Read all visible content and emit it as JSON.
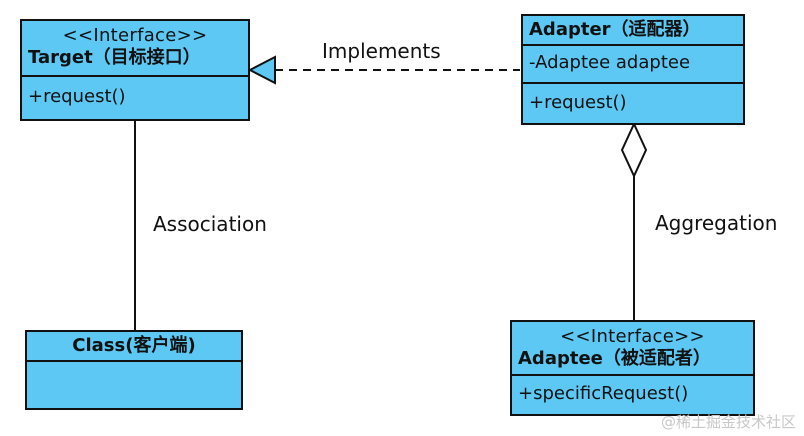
{
  "boxes": {
    "target": {
      "stereotype": "<<Interface>>",
      "name": "Target（目标接口）",
      "methods": [
        "+request()"
      ]
    },
    "adapter": {
      "name": "Adapter（适配器）",
      "attributes": [
        "-Adaptee adaptee"
      ],
      "methods": [
        "+request()"
      ]
    },
    "client": {
      "name": "Class(客户端)"
    },
    "adaptee": {
      "stereotype": "<<Interface>>",
      "name": "Adaptee（被适配者）",
      "methods": [
        "+specificRequest()"
      ]
    }
  },
  "relations": {
    "implements": "Implements",
    "association": "Association",
    "aggregation": "Aggregation"
  },
  "watermark": "@稀土掘金技术社区",
  "colors": {
    "box_fill": "#5cc8f3",
    "stroke": "#111111"
  }
}
